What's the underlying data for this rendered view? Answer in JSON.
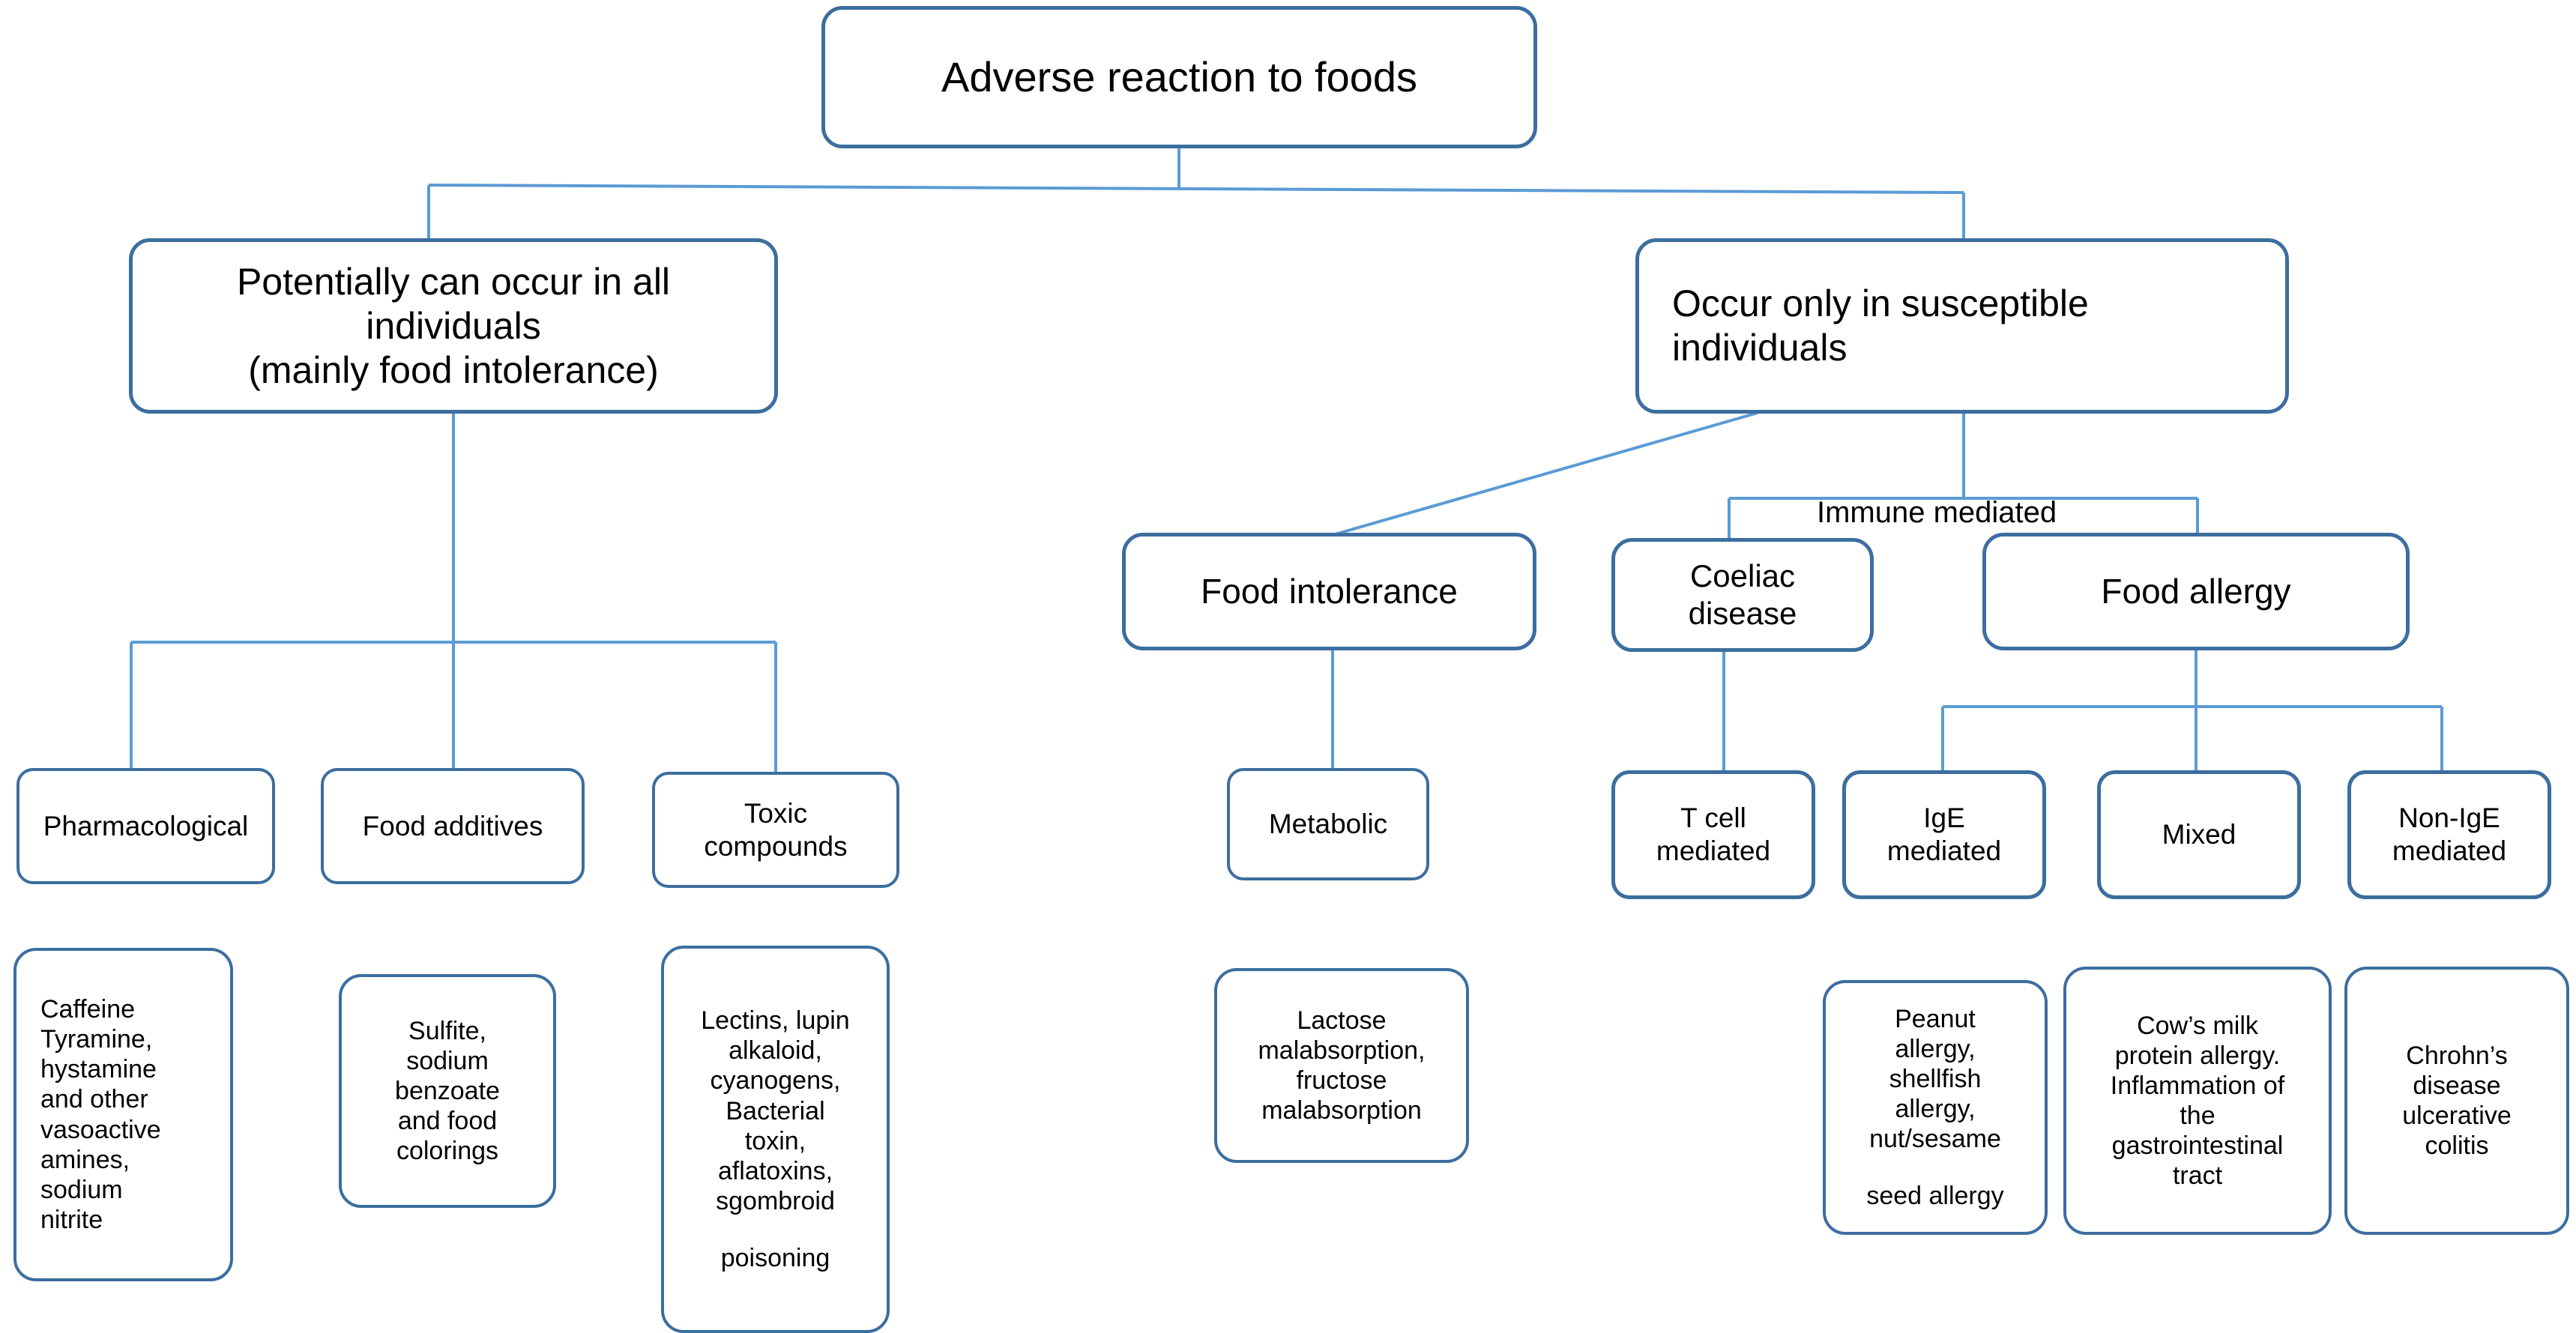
{
  "diagram": {
    "title": "Adverse reaction to foods classification flowchart",
    "colors": {
      "node_border": "#3C6E9F",
      "connector": "#5B9BD5",
      "background": "#FFFFFF",
      "text": "#000000"
    },
    "free_labels": [
      {
        "id": "immune-mediated",
        "text": "Immune mediated"
      }
    ],
    "nodes": {
      "root": {
        "label": "Adverse reaction to foods"
      },
      "left_branch": {
        "line1": "Potentially can occur in all",
        "line2": "individuals",
        "line3": "(mainly food intolerance)"
      },
      "right_branch": {
        "line1": "Occur only in susceptible",
        "line2": "individuals"
      },
      "food_intolerance": {
        "label": "Food intolerance"
      },
      "coeliac_disease": {
        "line1": "Coeliac",
        "line2": "disease"
      },
      "food_allergy": {
        "label": "Food allergy"
      },
      "pharmacological": {
        "label": "Pharmacological"
      },
      "food_additives": {
        "label": "Food additives"
      },
      "toxic_compounds": {
        "line1": "Toxic",
        "line2": "compounds"
      },
      "metabolic": {
        "label": "Metabolic"
      },
      "t_cell_mediated": {
        "line1": "T cell",
        "line2": "mediated"
      },
      "ige_mediated": {
        "line1": "IgE",
        "line2": "mediated"
      },
      "mixed": {
        "label": "Mixed"
      },
      "non_ige_mediated": {
        "line1": "Non-IgE",
        "line2": "mediated"
      },
      "pharmacological_detail": {
        "lines": [
          "Caffeine",
          "Tyramine,",
          "hystamine",
          "and other",
          "vasoactive",
          "amines,",
          "sodium",
          "nitrite"
        ]
      },
      "food_additives_detail": {
        "lines": [
          "Sulfite,",
          "sodium",
          "benzoate",
          "and food",
          "colorings"
        ]
      },
      "toxic_compounds_detail": {
        "lines": [
          "Lectins, lupin",
          "alkaloid,",
          "cyanogens,",
          "Bacterial",
          "toxin,",
          "aflatoxins,",
          "sgombroid"
        ],
        "trailing": "poisoning"
      },
      "metabolic_detail": {
        "lines": [
          "Lactose",
          "malabsorption,",
          "fructose",
          "malabsorption"
        ]
      },
      "ige_detail": {
        "lines": [
          "Peanut",
          "allergy,",
          "shellfish",
          "allergy,",
          "nut/sesame"
        ],
        "trailing": "seed allergy"
      },
      "mixed_detail": {
        "lines": [
          "Cow’s milk",
          "protein allergy.",
          "Inflammation of",
          "the",
          "gastrointestinal",
          "tract"
        ]
      },
      "non_ige_detail": {
        "lines": [
          "Chrohn’s",
          "disease",
          "ulcerative",
          "colitis"
        ]
      }
    }
  }
}
